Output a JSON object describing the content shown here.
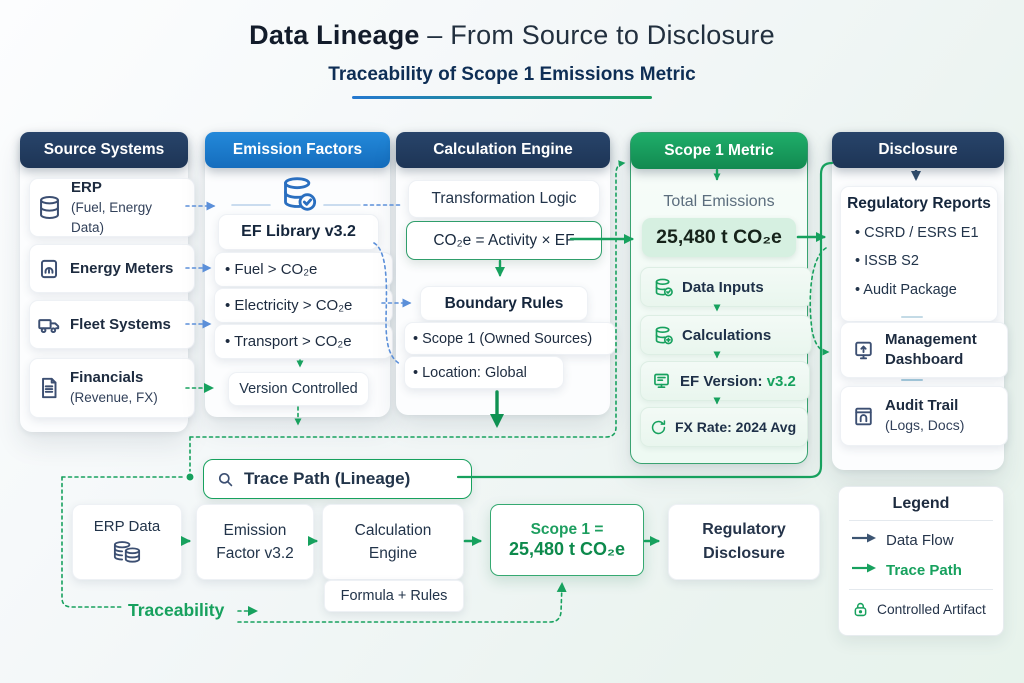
{
  "title": {
    "emphasis": "Data Lineage",
    "rest": " – From Source to Disclosure"
  },
  "subtitle": "Traceability of Scope 1 Emissions Metric",
  "colors": {
    "navy": "#203a5c",
    "blue": "#1b7cd0",
    "green": "#17a15e",
    "light_green": "#d6f0e1",
    "blue_dashed": "#5b8fd9"
  },
  "source_systems": {
    "header": "Source Systems",
    "items": [
      {
        "label": "ERP",
        "sub": "(Fuel, Energy Data)",
        "icon": "database-icon"
      },
      {
        "label": "Energy Meters",
        "sub": "",
        "icon": "meter-icon"
      },
      {
        "label": "Fleet Systems",
        "sub": "",
        "icon": "truck-icon"
      },
      {
        "label": "Financials",
        "sub": "(Revenue, FX)",
        "icon": "document-icon"
      }
    ]
  },
  "emission_factors": {
    "header": "Emission Factors",
    "library_label": "EF Library v3.2",
    "factors": [
      "• Fuel  > CO₂e",
      "• Electricity > CO₂e",
      "• Transport > CO₂e"
    ],
    "version_label": "Version Controlled"
  },
  "calculation_engine": {
    "header": "Calculation Engine",
    "transformation_label": "Transformation Logic",
    "formula": "CO₂e = Activity × EF",
    "boundary_label": "Boundary Rules",
    "rules": [
      "• Scope 1 (Owned Sources)",
      "• Location: Global"
    ]
  },
  "scope1_metric": {
    "header": "Scope 1 Metric",
    "total_label": "Total Emissions",
    "total_value": "25,480 t CO₂e",
    "chips": [
      {
        "text": "Data Inputs",
        "highlight": ""
      },
      {
        "text": "Calculations",
        "highlight": ""
      },
      {
        "text": "EF Version: ",
        "highlight": "v3.2"
      },
      {
        "text": "FX Rate: 2024 Avg",
        "highlight": ""
      }
    ]
  },
  "disclosure": {
    "header": "Disclosure",
    "reports_title": "Regulatory Reports",
    "reports": [
      "• CSRD / ESRS E1",
      "• ISSB S2",
      "• Audit Package"
    ],
    "dashboard_line1": "Management",
    "dashboard_line2": "Dashboard",
    "audit_line1": "Audit Trail",
    "audit_line2": "(Logs, Docs)"
  },
  "trace_flow": {
    "search_label": "Trace Path (Lineage)",
    "erp": "ERP Data",
    "ef_line1": "Emission",
    "ef_line2": "Factor v3.2",
    "calc_line1": "Calculation",
    "calc_line2": "Engine",
    "formula_note": "Formula + Rules",
    "scope_line1": "Scope 1 =",
    "scope_line2": "25,480 t CO₂e",
    "disc_line1": "Regulatory",
    "disc_line2": "Disclosure",
    "traceability_label": "Traceability"
  },
  "legend": {
    "title": "Legend",
    "data_flow": "Data Flow",
    "trace_path": "Trace Path",
    "artifact": "Controlled Artifact"
  }
}
